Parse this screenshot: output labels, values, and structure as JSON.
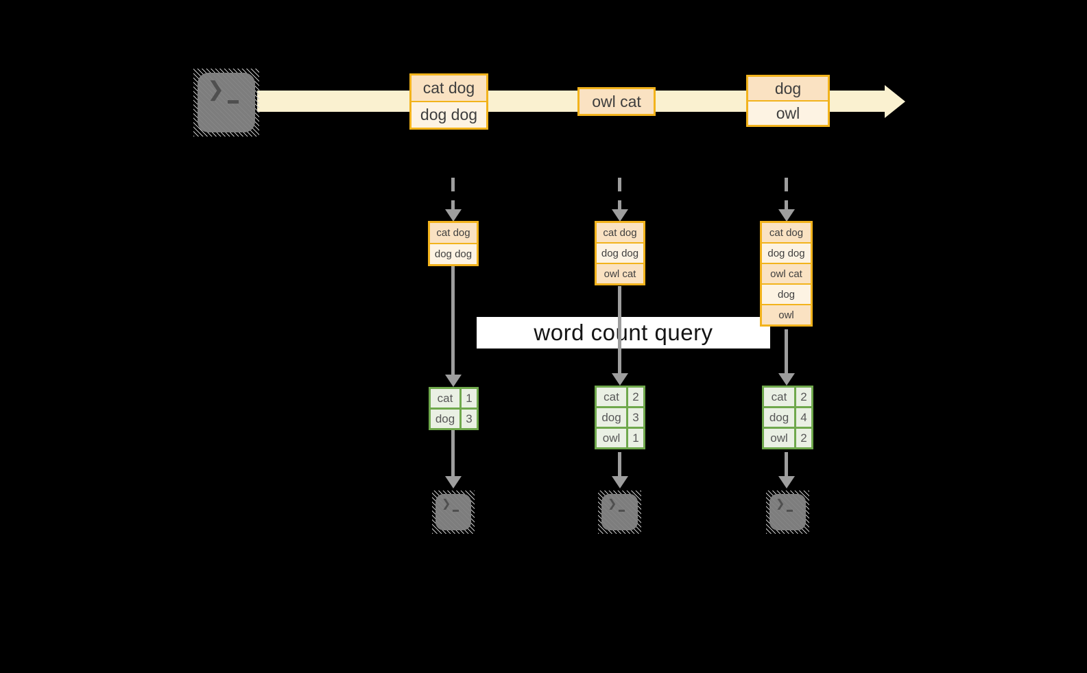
{
  "banner": {
    "label": "word count query"
  },
  "icons": {
    "source_terminal": "terminal-icon",
    "sink_terminal": "terminal-icon",
    "prompt_chevron": "❯",
    "stream_arrow": "right-arrow",
    "flow_arrow": "down-arrow"
  },
  "colors": {
    "background": "#000000",
    "stream_band": "#FAF1D0",
    "event_border": "#F2B31C",
    "event_fill_dark": "#FAE2C2",
    "event_fill_light": "#FDF3E3",
    "table_border": "#6FA84C",
    "table_fill": "#EAF0E4",
    "arrow_gray": "#9E9E9E"
  },
  "stream": {
    "events": [
      {
        "rows": [
          "cat dog",
          "dog dog"
        ]
      },
      {
        "rows": [
          "owl cat"
        ]
      },
      {
        "rows": [
          "dog",
          "owl"
        ]
      }
    ]
  },
  "tasks": [
    {
      "buffer": [
        "cat dog",
        "dog dog"
      ],
      "counts": [
        {
          "word": "cat",
          "count": "1"
        },
        {
          "word": "dog",
          "count": "3"
        }
      ]
    },
    {
      "buffer": [
        "cat dog",
        "dog dog",
        "owl cat"
      ],
      "counts": [
        {
          "word": "cat",
          "count": "2"
        },
        {
          "word": "dog",
          "count": "3"
        },
        {
          "word": "owl",
          "count": "1"
        }
      ]
    },
    {
      "buffer": [
        "cat dog",
        "dog dog",
        "owl cat",
        "dog",
        "owl"
      ],
      "counts": [
        {
          "word": "cat",
          "count": "2"
        },
        {
          "word": "dog",
          "count": "4"
        },
        {
          "word": "owl",
          "count": "2"
        }
      ]
    }
  ]
}
